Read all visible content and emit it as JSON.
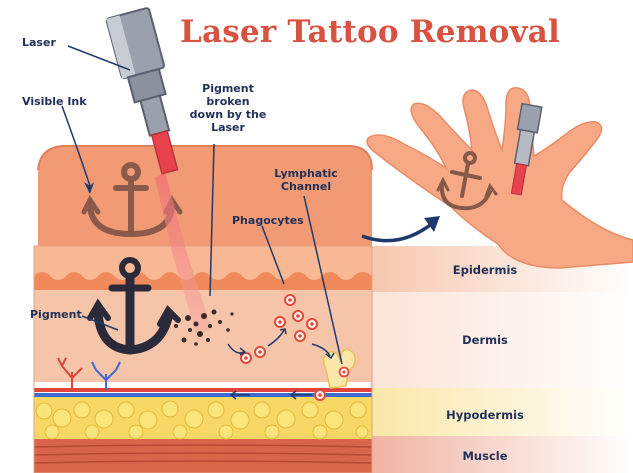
{
  "title": "Laser Tattoo Removal",
  "labels": {
    "laser": "Laser",
    "visible_ink": "Visible Ink",
    "pigment_broken": [
      "Pigment",
      "broken",
      "down by the",
      "Laser"
    ],
    "lymphatic_channel": [
      "Lymphatic",
      "Channel"
    ],
    "phagocytes": "Phagocytes",
    "pigment": "Pigment"
  },
  "layers": [
    "Epidermis",
    "Dermis",
    "Hypodermis",
    "Muscle"
  ],
  "colors": {
    "title": "#d9523f",
    "label_text": "#22315a",
    "skin": "#f19a73",
    "epidermis": "#f4b08a",
    "dermis": "#f6c4a8",
    "hypodermis": "#f7dc7a",
    "muscle": "#d9654a",
    "ink": "#2b2a3a",
    "laser_beam": "#e8424c"
  }
}
